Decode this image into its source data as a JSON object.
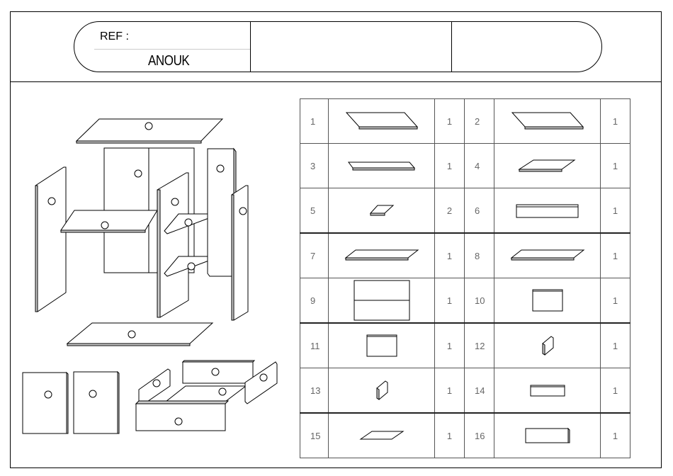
{
  "header": {
    "ref_label": "REF :",
    "ref_value": "ANOUK"
  },
  "parts": [
    {
      "num": "1",
      "qty": "1",
      "icon": "long-flat-panel-icon"
    },
    {
      "num": "2",
      "qty": "1",
      "icon": "long-flat-panel-icon"
    },
    {
      "num": "3",
      "qty": "1",
      "icon": "thin-flat-panel-icon"
    },
    {
      "num": "4",
      "qty": "1",
      "icon": "skewed-shelf-icon"
    },
    {
      "num": "5",
      "qty": "2",
      "icon": "small-square-panel-icon"
    },
    {
      "num": "6",
      "qty": "1",
      "icon": "rectangular-front-panel-icon"
    },
    {
      "num": "7",
      "qty": "1",
      "icon": "long-shelf-icon"
    },
    {
      "num": "8",
      "qty": "1",
      "icon": "long-shelf-icon"
    },
    {
      "num": "9",
      "qty": "1",
      "icon": "double-drawer-front-icon"
    },
    {
      "num": "10",
      "qty": "1",
      "icon": "square-door-icon"
    },
    {
      "num": "11",
      "qty": "1",
      "icon": "square-door-icon"
    },
    {
      "num": "12",
      "qty": "1",
      "icon": "small-side-panel-icon"
    },
    {
      "num": "13",
      "qty": "1",
      "icon": "small-side-panel-icon"
    },
    {
      "num": "14",
      "qty": "1",
      "icon": "drawer-front-icon"
    },
    {
      "num": "15",
      "qty": "1",
      "icon": "drawer-bottom-icon"
    },
    {
      "num": "16",
      "qty": "1",
      "icon": "drawer-back-icon"
    }
  ]
}
